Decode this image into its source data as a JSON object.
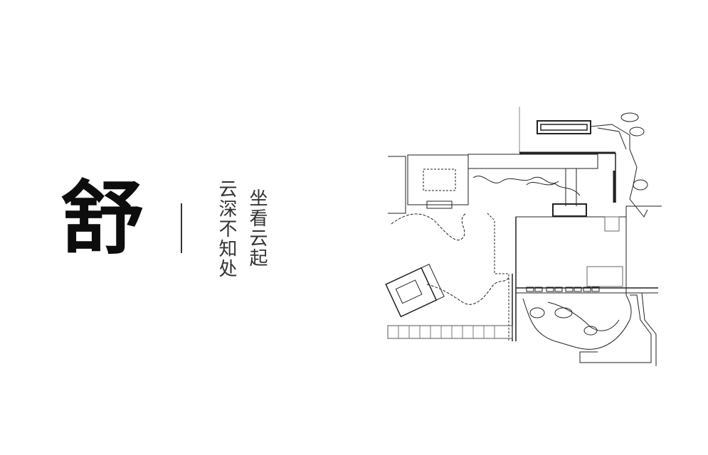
{
  "title": {
    "char": "舒"
  },
  "poem": {
    "line1": "云深不知处",
    "line2": "坐看云起"
  },
  "plan": {
    "label": "landscape-site-plan",
    "stroke": "#222222"
  }
}
